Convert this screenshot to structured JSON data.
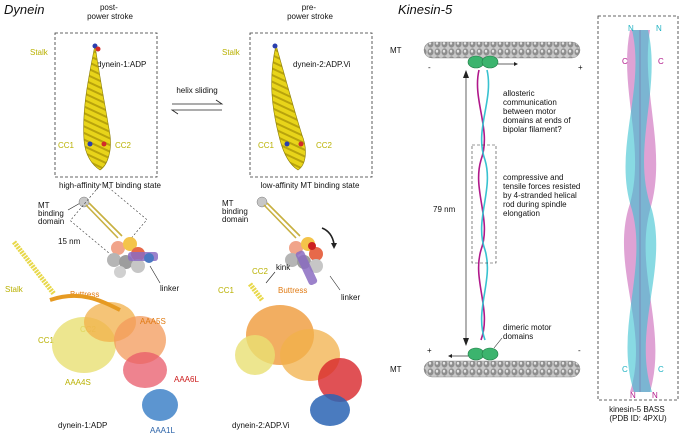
{
  "dynein": {
    "title": "Dynein",
    "post_label": "post-\npower stroke",
    "pre_label": "pre-\npower stroke",
    "stalk": "Stalk",
    "dynein1_adp": "dynein-1:ADP",
    "dynein2_adp_vi": "dynein-2:ADP.Vi",
    "cc1": "CC1",
    "cc2": "CC2",
    "helix_sliding": "helix sliding",
    "high_affinity": "high-affinity MT binding state",
    "low_affinity": "low-affinity MT binding state",
    "mt_binding_domain": "MT\nbinding\ndomain",
    "nm15": "15 nm",
    "linker": "linker",
    "buttress": "Buttress",
    "kink": "kink",
    "aaa5s": "AAA5S",
    "aaa4s": "AAA4S",
    "aaa6l": "AAA6L",
    "aaa1l": "AAA1L",
    "bottom_left": "dynein-1:ADP",
    "bottom_right": "dynein-2:ADP.Vi"
  },
  "kinesin": {
    "title": "Kinesin-5",
    "mt": "MT",
    "minus": "-",
    "plus": "+",
    "allosteric": "allosteric\ncommunication\nbetween motor\ndomains at ends of\nbipolar filament?",
    "compressive": "compressive and\ntensile forces resisted\nby 4-stranded helical\nrod during spindle\nelongation",
    "nm79": "79 nm",
    "dimeric": "dimeric motor\ndomains",
    "bass_label": "kinesin-5 BASS\n(PDB ID: 4PXU)",
    "n": "N",
    "c": "C"
  },
  "colors": {
    "yellow": "#e6d21a",
    "orange": "#ec8a24",
    "red": "#d7261e",
    "blue": "#3a78c2",
    "magenta": "#b0178a",
    "cyan": "#38c2d0",
    "green": "#3cb46e",
    "grey": "#9a9a9a"
  }
}
